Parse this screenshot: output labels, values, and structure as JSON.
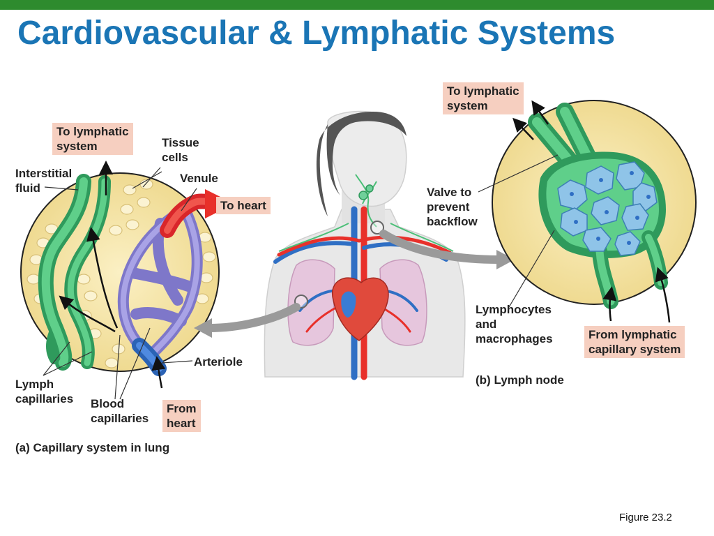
{
  "title": "Cardiovascular & Lymphatic Systems",
  "colors": {
    "topbar": "#2e8b2e",
    "title": "#1a75b5",
    "label_box": "#f6cfc0",
    "lymph": "#3fae6a",
    "artery": "#e8302a",
    "vein": "#2f6fc4",
    "capillary": "#8e88d6",
    "tissue": "#f2e2a6"
  },
  "panel_a": {
    "labels": {
      "to_lymphatic": "To lymphatic\nsystem",
      "tissue_cells": "Tissue\ncells",
      "interstitial": "Interstitial\nfluid",
      "venule": "Venule",
      "to_heart": "To heart",
      "arteriole": "Arteriole",
      "lymph_cap": "Lymph\ncapillaries",
      "blood_cap": "Blood\ncapillaries",
      "from_heart": "From\nheart"
    },
    "caption_letter": "(a)",
    "caption_text": "Capillary system in lung"
  },
  "panel_b": {
    "labels": {
      "to_lymphatic": "To lymphatic\nsystem",
      "valve": "Valve to\nprevent\nbackflow",
      "lymphocytes": "Lymphocytes\nand\nmacrophages",
      "from_lymphatic": "From lymphatic\ncapillary system"
    },
    "caption_letter": "(b)",
    "caption_text": "Lymph node"
  },
  "figure_ref": "Figure 23.2"
}
